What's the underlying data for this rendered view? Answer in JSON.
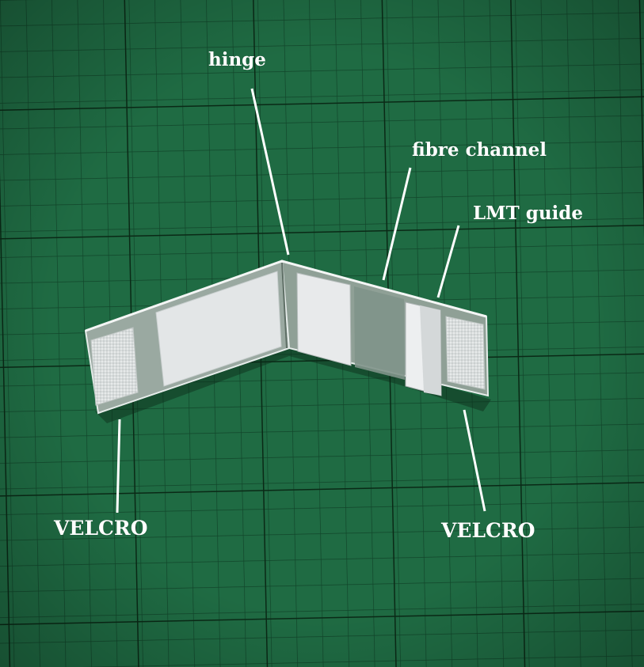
{
  "photo": {
    "background_color": "#1e6a42",
    "grid_color": "#0c2e1b",
    "object_color": "#c9d4cd",
    "pad_color": "#e2e6e6"
  },
  "labels": {
    "hinge": "hinge",
    "fibre_channel": "fibre channel",
    "lmt_guide": "LMT guide",
    "velcro_left": "VELCRO",
    "velcro_right": "VELCRO"
  }
}
